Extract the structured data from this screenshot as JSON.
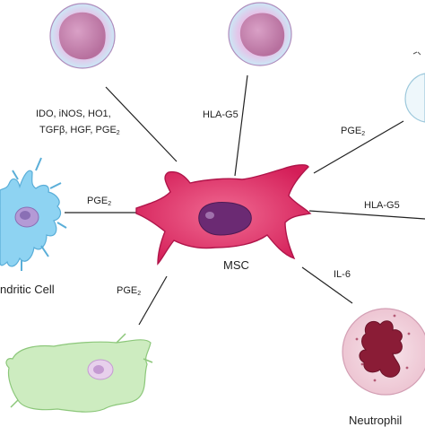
{
  "nodes": {
    "center": {
      "label": "MSC"
    },
    "dendritic": {
      "label": "ndritic Cell"
    },
    "neutrophil": {
      "label": "Neutrophil"
    }
  },
  "edges": {
    "top_left": {
      "line1": "IDO, iNOS, HO1,",
      "line2_main": "TGFβ, HGF, PGE",
      "line2_sub": "2"
    },
    "top": {
      "label": "HLA-G5"
    },
    "right_upper": {
      "main": "PGE",
      "sub": "2"
    },
    "right": {
      "label": "HLA-G5"
    },
    "dendritic": {
      "main": "PGE",
      "sub": "2"
    },
    "bottom_left": {
      "main": "PGE",
      "sub": "2"
    },
    "neutrophil": {
      "label": "IL-6"
    }
  },
  "colors": {
    "msc_body": "#e8336b",
    "msc_nucleus": "#6b2a73",
    "lymphocyte_body": "#e4c4e8",
    "lymphocyte_nucleus": "#c27aa8",
    "dendritic_body": "#8ed3f2",
    "macrophage_body": "#cdecc0",
    "neutrophil_body": "#f3d6df",
    "neutrophil_nucleus": "#8a1c36",
    "lines": "#222222"
  }
}
